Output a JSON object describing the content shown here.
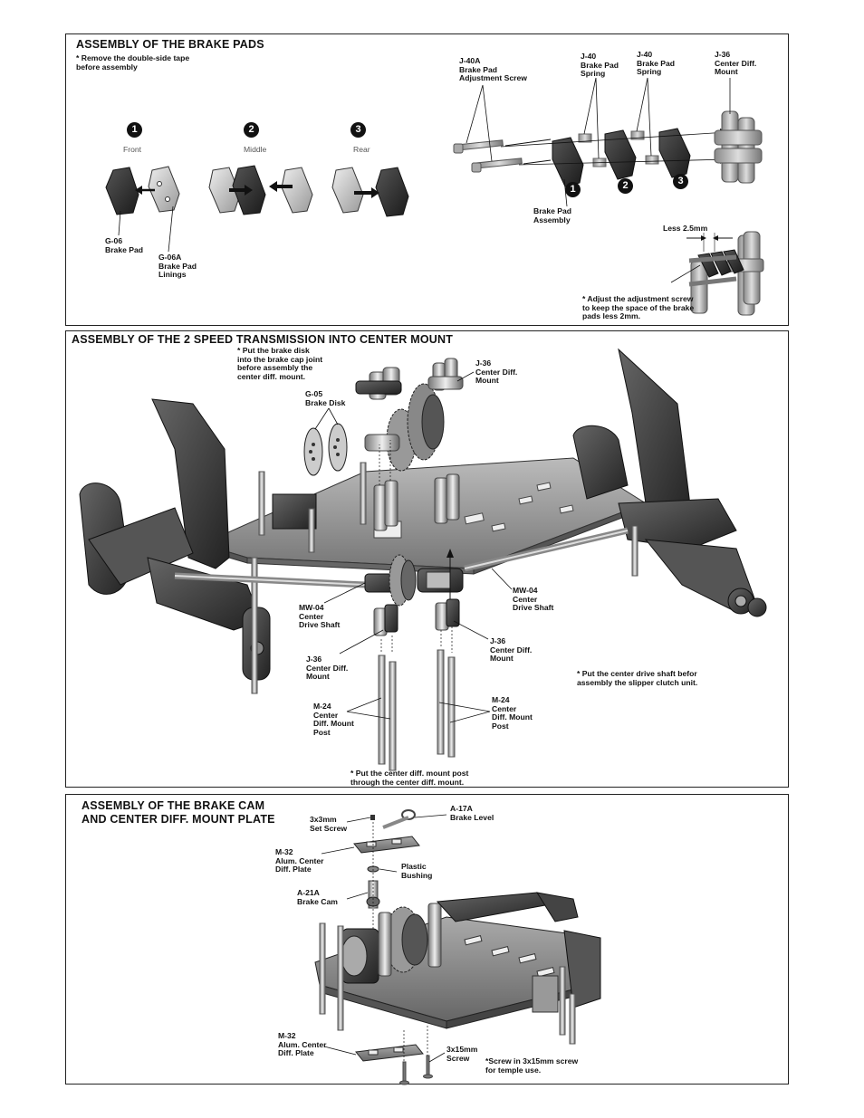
{
  "brake_pads": {
    "title": "ASSEMBLY OF THE BRAKE PADS",
    "note_tape": "* Remove the double-side tape\n  before  assembly",
    "steps": [
      "1",
      "2",
      "3"
    ],
    "step_labels": [
      "Front",
      "Middle",
      "Rear"
    ],
    "labels": {
      "g06": "G-06\nBrake Pad",
      "g06a": "G-06A\nBrake Pad\nLinings",
      "j40a": "J-40A\nBrake Pad\nAdjustment Screw",
      "j40_1": "J-40\nBrake Pad\nSpring",
      "j40_2": "J-40\nBrake Pad\nSpring",
      "j36": "J-36\nCenter Diff.\nMount",
      "assembly": "Brake Pad\nAssembly",
      "less": "Less 2.5mm",
      "note_adjust": "* Adjust the adjustment screw\n   to keep the space of the brake\n   pads less 2mm."
    }
  },
  "transmission": {
    "title": "ASSEMBLY OF THE 2 SPEED TRANSMISSION INTO CENTER MOUNT",
    "note_disk": "* Put the brake disk\n  into the brake cap joint\n  before assembly the\n  center diff. mount.",
    "labels": {
      "g05": "G-05\nBrake Disk",
      "j36_top": "J-36\nCenter Diff.\nMount",
      "mw04_left": "MW-04\nCenter\nDrive Shaft",
      "mw04_right": "MW-04\nCenter\nDrive Shaft",
      "j36_left": "J-36\nCenter Diff.\nMount",
      "j36_right": "J-36\nCenter Diff.\nMount",
      "m24_left": "M-24\nCenter\nDiff. Mount\nPost",
      "m24_right": "M-24\nCenter\nDiff. Mount\nPost"
    },
    "note_shaft": "* Put the center drive shaft befor\n   assembly the slipper clutch unit.",
    "note_post": "* Put the center diff. mount post\n   through the center diff. mount."
  },
  "brake_cam": {
    "title": "ASSEMBLY OF THE BRAKE CAM\nAND CENTER DIFF. MOUNT PLATE",
    "labels": {
      "screw3x3": "3x3mm\nSet Screw",
      "a17a": "A-17A\nBrake Level",
      "m32_top": "M-32\nAlum. Center\nDiff. Plate",
      "bushing": "Plastic\n    Bushing",
      "a21a": "A-21A\nBrake Cam",
      "m32_bottom": "M-32\nAlum. Center\nDiff. Plate",
      "screw3x15": "3x15mm\nScrew"
    },
    "note_temple": "*Screw in 3x15mm screw\n  for temple use."
  }
}
